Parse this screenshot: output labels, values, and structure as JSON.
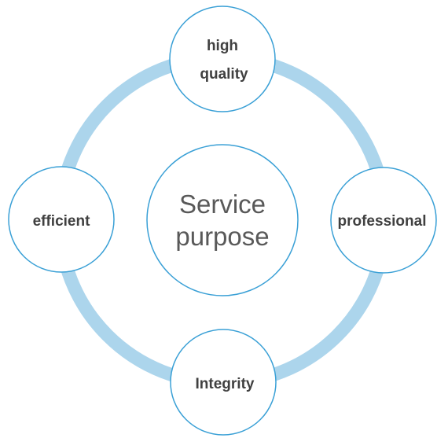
{
  "diagram": {
    "center": {
      "line1": "Service",
      "line2": "purpose"
    },
    "nodes": {
      "top": {
        "line1": "high",
        "line2": "quality"
      },
      "right": {
        "label": "professional"
      },
      "bottom": {
        "label": "Integrity"
      },
      "left": {
        "label": "efficient"
      }
    }
  },
  "colors": {
    "ring": "#acd5ec",
    "circle_stroke": "#3aa0d6",
    "circle_fill": "#ffffff",
    "node_text": "#404040",
    "center_text": "#595959"
  }
}
